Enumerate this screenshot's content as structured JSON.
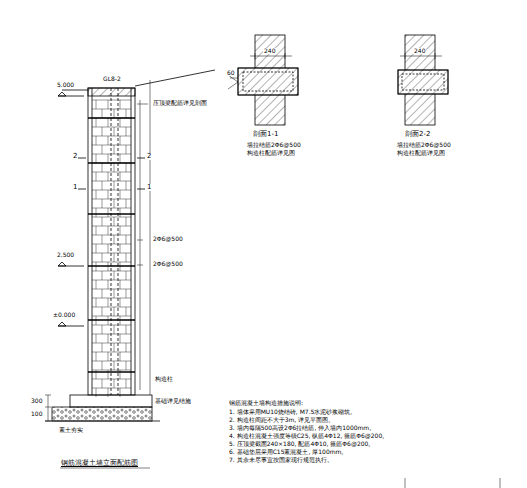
{
  "diagram": {
    "labels": [
      "GL8-2",
      "2",
      "2",
      "1",
      "1",
      "5.000",
      "2.500",
      "±0.000",
      "压顶梁配筋详见剖面",
      "2Φ6@500",
      "2Φ6@500",
      "构造柱",
      "基础详见结施",
      "300",
      "100",
      "素土夯实",
      "钢筋混凝土墙立面配筋图",
      "剖面1-1",
      "墙拉结筋2Φ6@500",
      "构造柱配筋详见图",
      "剖面2-2",
      "墙拉结筋2Φ6@500",
      "构造柱配筋详见图",
      "240",
      "60",
      "240",
      "钢筋混凝土墙构造措施说明:",
      "1. 墙体采用MU10烧结砖, M7.5水泥砂浆砌筑。",
      "2. 构造柱间距不大于3m, 详见平面图。",
      "3. 墙内每隔500高设2Φ6拉结筋, 伸入墙内1000mm。",
      "4. 构造柱混凝土强度等级C25, 纵筋4Φ12, 箍筋Φ6@200。",
      "5. 压顶梁截面240×180, 配筋4Φ10, 箍筋Φ6@200。",
      "6. 基础垫层采用C15素混凝土, 厚100mm。",
      "7. 其余未尽事宜按国家现行规范执行。"
    ]
  }
}
